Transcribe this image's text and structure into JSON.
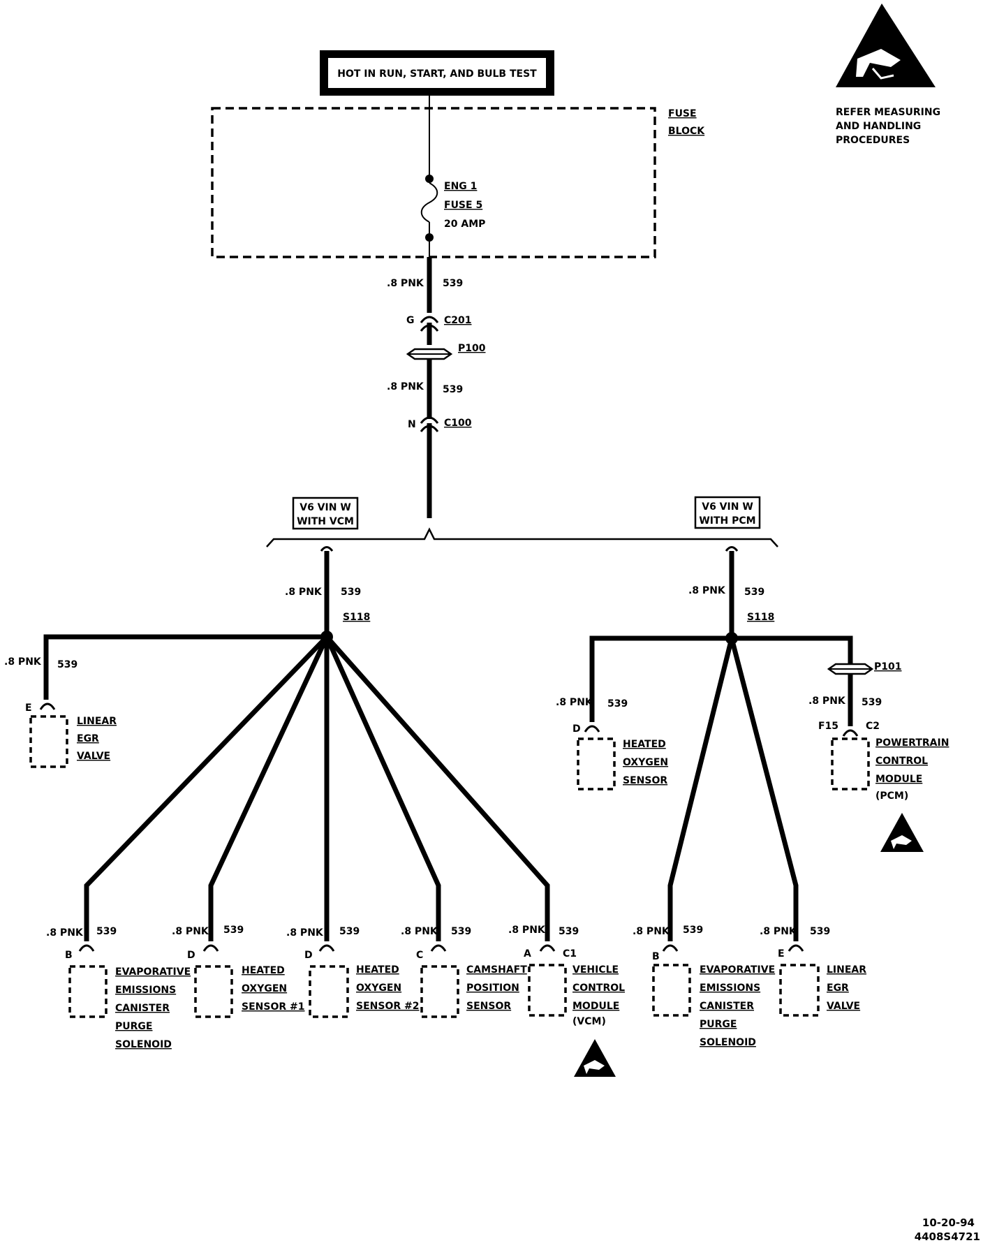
{
  "power": {
    "title": "HOT IN RUN, START, AND BULB TEST"
  },
  "fuse_block": {
    "label1": "FUSE",
    "label2": "BLOCK"
  },
  "fuse": {
    "name1": "ENG 1",
    "name2": "FUSE 5",
    "rating": "20 AMP"
  },
  "warning": {
    "line1": "REFER MEASURING",
    "line2": "AND HANDLING",
    "line3": "PROCEDURES"
  },
  "wire": {
    "size": ".8 PNK",
    "circuit": "539"
  },
  "connectors": {
    "c201": {
      "pin": "G",
      "name": "C201"
    },
    "p100": {
      "name": "P100"
    },
    "c100": {
      "pin": "N",
      "name": "C100"
    },
    "p101": {
      "name": "P101"
    }
  },
  "branches": {
    "vcm": {
      "line1": "V6 VIN W",
      "line2": "WITH VCM"
    },
    "pcm": {
      "line1": "V6 VIN W",
      "line2": "WITH PCM"
    }
  },
  "splice": {
    "name": "S118"
  },
  "components": {
    "egr_left": {
      "pin": "E",
      "lines": [
        "LINEAR",
        "EGR",
        "VALVE"
      ]
    },
    "evap_left": {
      "pin": "B",
      "lines": [
        "EVAPORATIVE",
        "EMISSIONS",
        "CANISTER",
        "PURGE",
        "SOLENOID"
      ]
    },
    "ho2s1": {
      "pin": "D",
      "lines": [
        "HEATED",
        "OXYGEN",
        "SENSOR  #1"
      ]
    },
    "ho2s2": {
      "pin": "D",
      "lines": [
        "HEATED",
        "OXYGEN",
        "SENSOR  #2"
      ]
    },
    "cmp": {
      "pin": "C",
      "lines": [
        "CAMSHAFT",
        "POSITION",
        "SENSOR"
      ]
    },
    "vcm": {
      "pin": "A",
      "conn": "C1",
      "lines": [
        "VEHICLE",
        "CONTROL",
        "MODULE"
      ],
      "abbr": "(VCM)"
    },
    "ho2s_right": {
      "pin": "D",
      "lines": [
        "HEATED",
        "OXYGEN",
        "SENSOR"
      ]
    },
    "pcm": {
      "pin": "F15",
      "conn": "C2",
      "lines": [
        "POWERTRAIN",
        "CONTROL",
        "MODULE"
      ],
      "abbr": "(PCM)"
    },
    "evap_right": {
      "pin": "B",
      "lines": [
        "EVAPORATIVE",
        "EMISSIONS",
        "CANISTER",
        "PURGE",
        "SOLENOID"
      ]
    },
    "egr_right": {
      "pin": "E",
      "lines": [
        "LINEAR",
        "EGR",
        "VALVE"
      ]
    }
  },
  "footer": {
    "date": "10-20-94",
    "code": "4408S4721"
  }
}
